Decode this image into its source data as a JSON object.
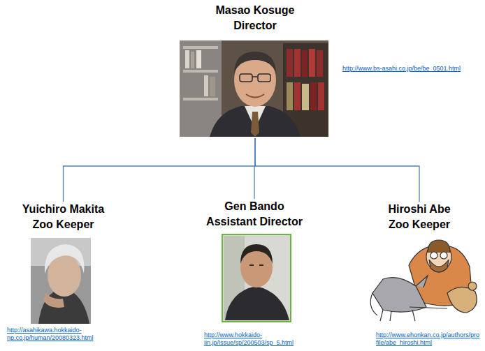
{
  "diagram": {
    "nodes": [
      {
        "text": [
          "Masao Kosuge",
          "Director"
        ]
      },
      {
        "text": [
          "Yuichiro Makita",
          "Zoo Keeper"
        ]
      },
      {
        "text": [
          "Gen Bando",
          "Assistant Director"
        ]
      },
      {
        "text": [
          "Hiroshi Abe",
          "Zoo Keeper"
        ]
      }
    ],
    "edges": [
      {
        "from": 0,
        "to": 1,
        "arrow": "none"
      },
      {
        "from": 0,
        "to": 2,
        "arrow": "none"
      },
      {
        "from": 0,
        "to": 3,
        "arrow": "none"
      }
    ],
    "labels": [
      "http://www.bs-asahi.co.jp/be/be_0501.html",
      "http://asahikawa.hokkaido-np.co.jp/human/20080323.html",
      "http://www.hokkaido-jin.jp/issue/sp/200503/sp_5.html",
      "http://www.ehonkan.co.jp/authors/profile/abe_hiroshi.html"
    ]
  }
}
